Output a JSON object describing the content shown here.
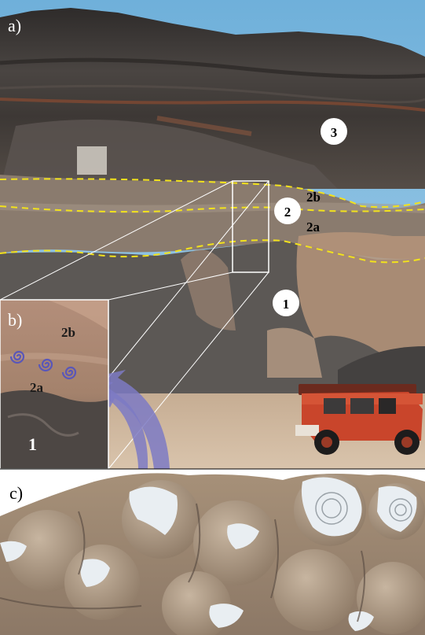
{
  "panels": {
    "a": {
      "label": "a)"
    },
    "b": {
      "label": "b)"
    },
    "c": {
      "label": "c)"
    }
  },
  "units": {
    "u1": "1",
    "u2": "2",
    "u2a": "2a",
    "u2b": "2b",
    "u3": "3"
  },
  "colors": {
    "sky": "#7fb9dc",
    "dark_rock": "#3b3836",
    "tan_rock": "#b08f76",
    "horizon_dashes": "#f2e21c",
    "arrow": "#7d7ac4",
    "spirals": "#5a57b8",
    "vehicle": "#c9452b"
  }
}
